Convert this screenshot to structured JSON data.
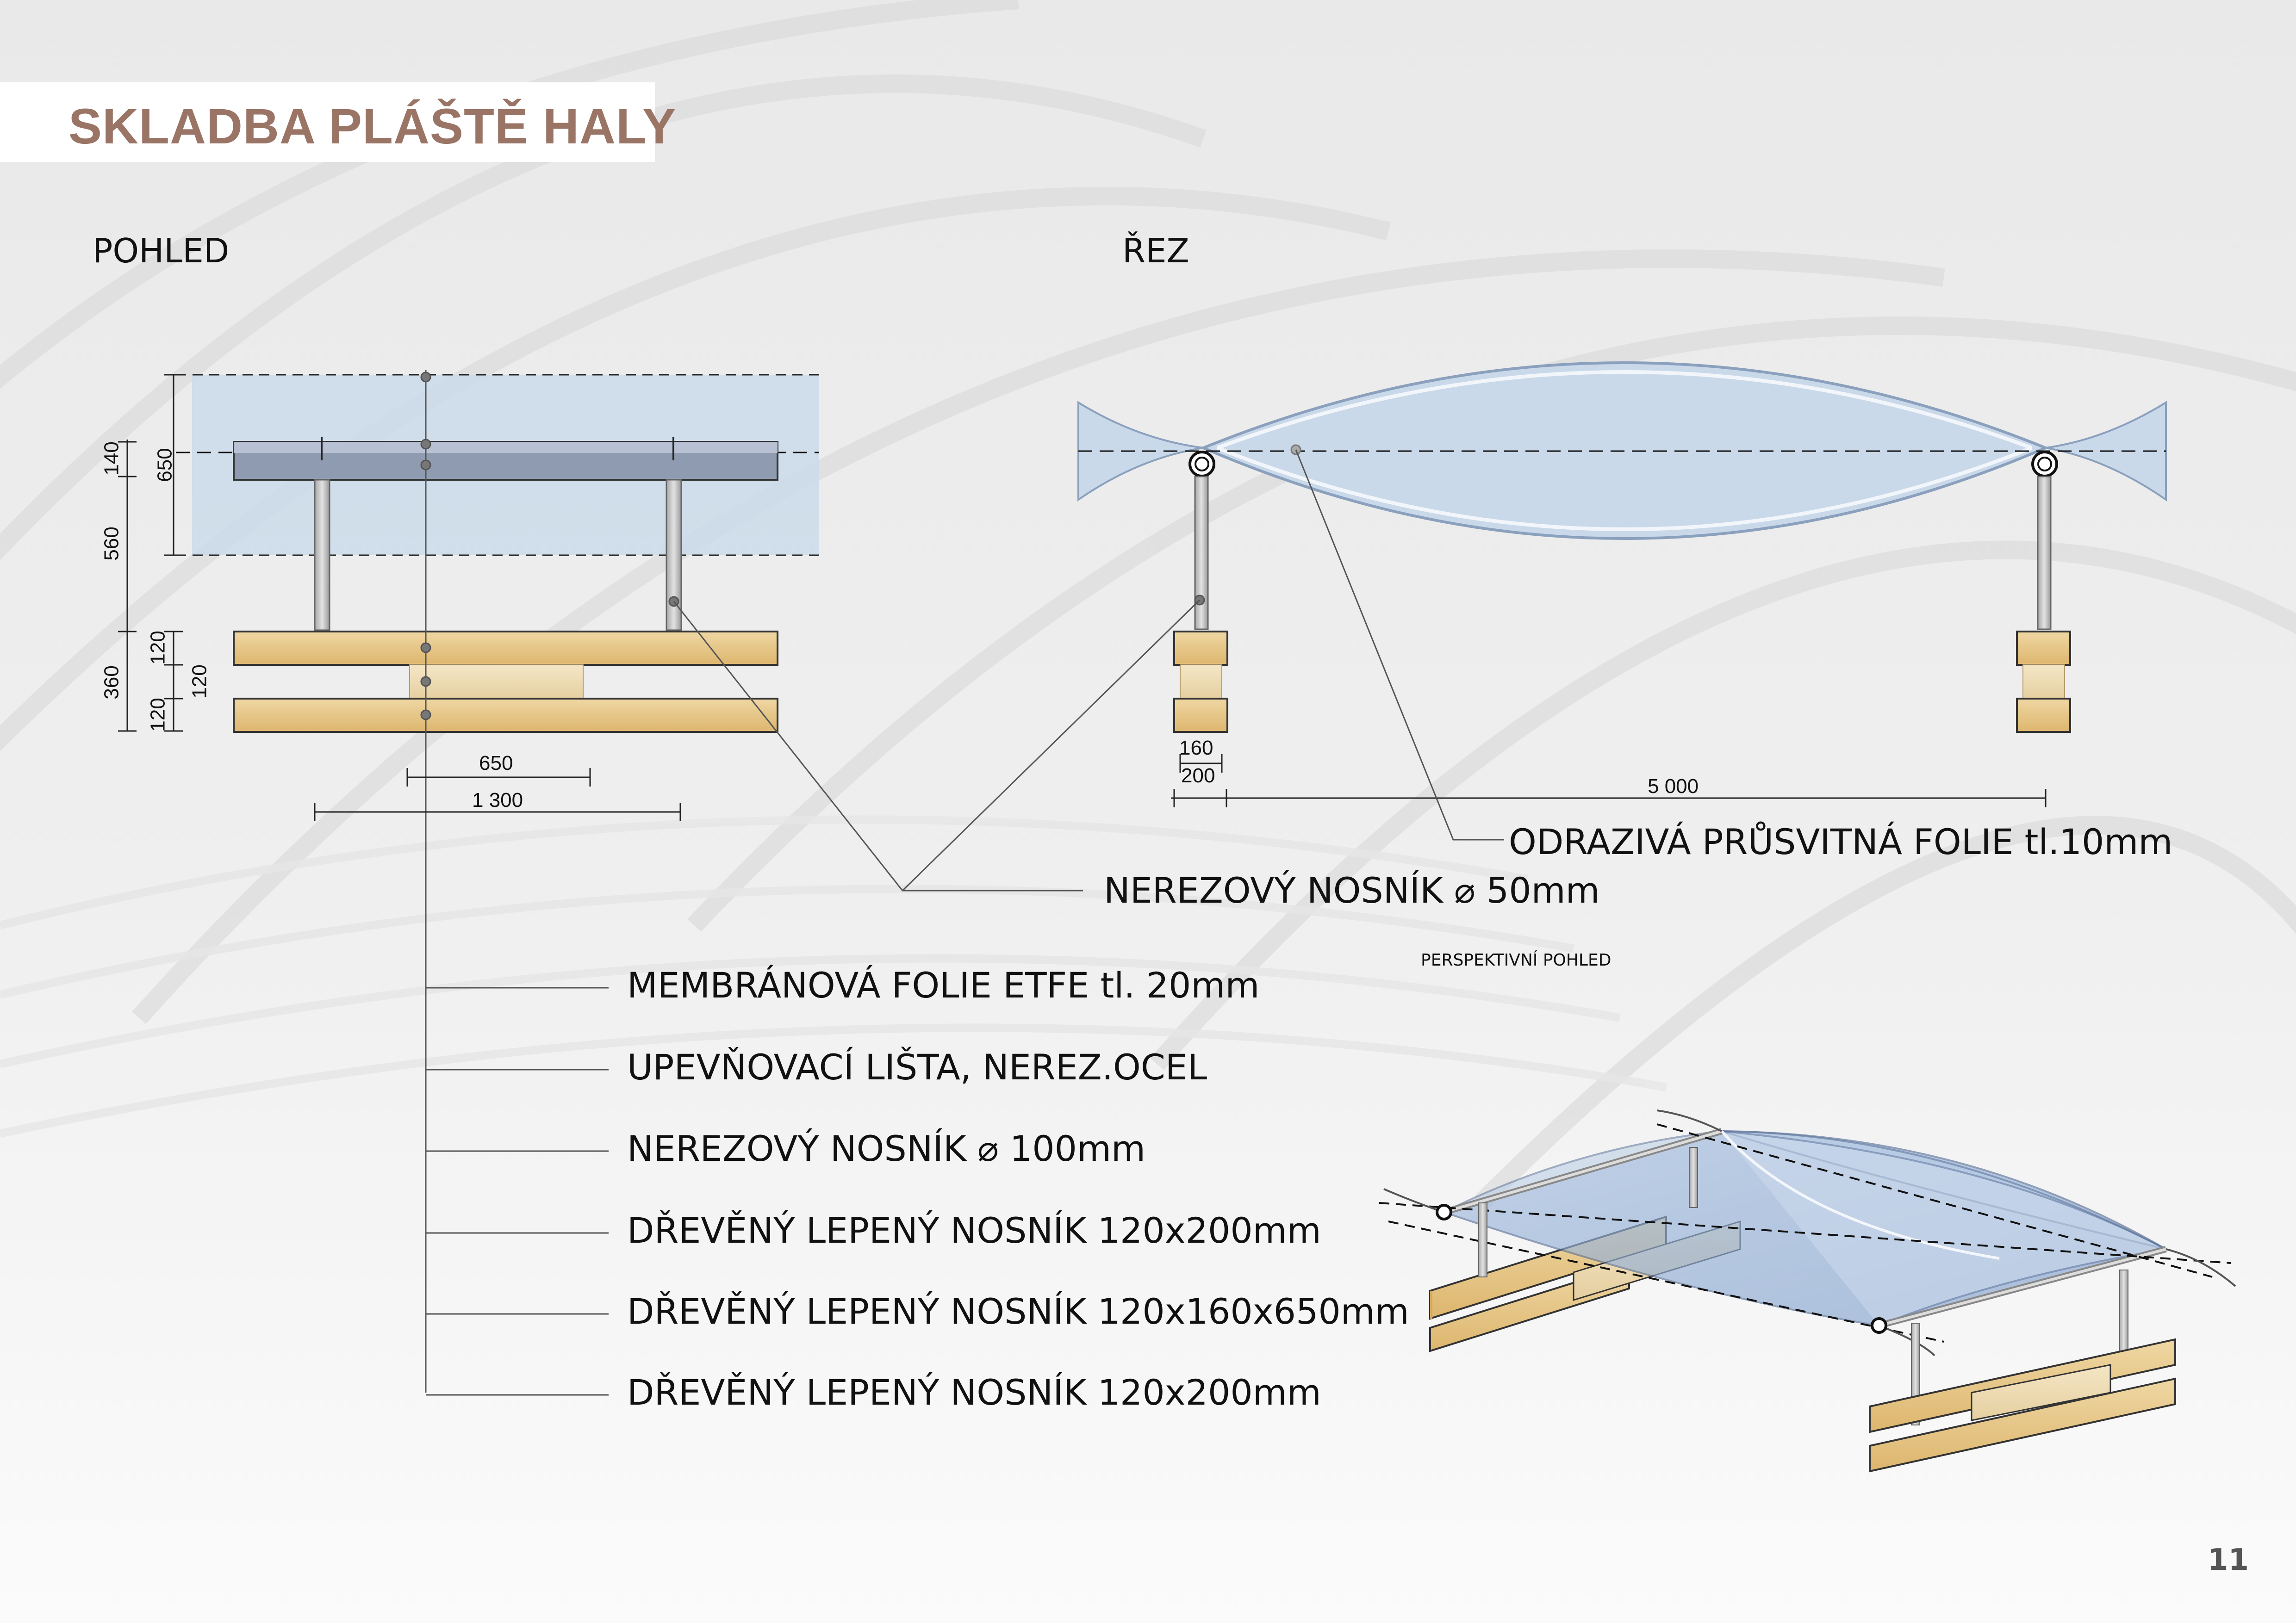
{
  "title": "SKLADBA PLÁŠTĚ HALY",
  "views": {
    "pohled": "POHLED",
    "rez": "ŘEZ",
    "perspektivni": "PERSPEKTIVNÍ POHLED"
  },
  "pohled_dims": {
    "d140": "140",
    "d650v": "650",
    "d560": "560",
    "d360": "360",
    "d120a": "120",
    "d120b": "120",
    "d120c": "120",
    "d650h": "650",
    "d1300": "1 300"
  },
  "rez_dims": {
    "d160": "160",
    "d200": "200",
    "d5000": "5 000"
  },
  "callouts": {
    "folie_odrazive": "ODRAZIVÁ PRŮSVITNÁ FOLIE tl.10mm",
    "nosnik_50": "NEREZOVÝ NOSNÍK ⌀ 50mm"
  },
  "legend": [
    "MEMBRÁNOVÁ FOLIE ETFE tl. 20mm",
    "UPEVŇOVACÍ LIŠTA, NEREZ.OCEL",
    "NEREZOVÝ NOSNÍK ⌀ 100mm",
    "DŘEVĚNÝ LEPENÝ NOSNÍK 120x200mm",
    "DŘEVĚNÝ LEPENÝ NOSNÍK 120x160x650mm",
    "DŘEVĚNÝ LEPENÝ NOSNÍK 120x200mm"
  ],
  "page_number": "11",
  "colors": {
    "title": "#9a7566",
    "membrane": "#c9d9ea",
    "timber": "#e8c98a",
    "steel": "#c8c8c8"
  }
}
